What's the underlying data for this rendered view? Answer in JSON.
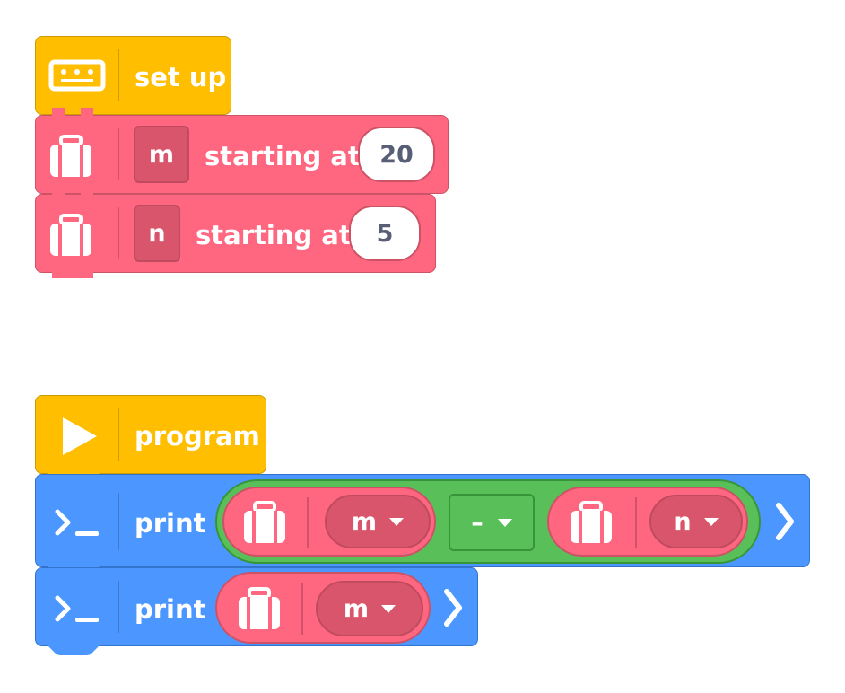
{
  "setup_stack": {
    "hat_label": "set up",
    "var_blocks": [
      {
        "var_name": "m",
        "label": "starting at",
        "value": "20"
      },
      {
        "var_name": "n",
        "label": "starting at",
        "value": "5"
      }
    ]
  },
  "program_stack": {
    "hat_label": "program",
    "print1": {
      "label": "print",
      "left_var": "m",
      "operator": "–",
      "right_var": "n"
    },
    "print2": {
      "label": "print",
      "var": "m"
    }
  },
  "colors": {
    "events": "#FFBF00",
    "variables": "#FF6680",
    "variable_slot": "#D9556C",
    "operators": "#59C059",
    "output": "#4C97FF"
  },
  "icons": [
    "keyboard-icon",
    "suitcase-icon",
    "play-icon",
    "terminal-icon",
    "chevron-right-icon",
    "caret-down-icon"
  ]
}
